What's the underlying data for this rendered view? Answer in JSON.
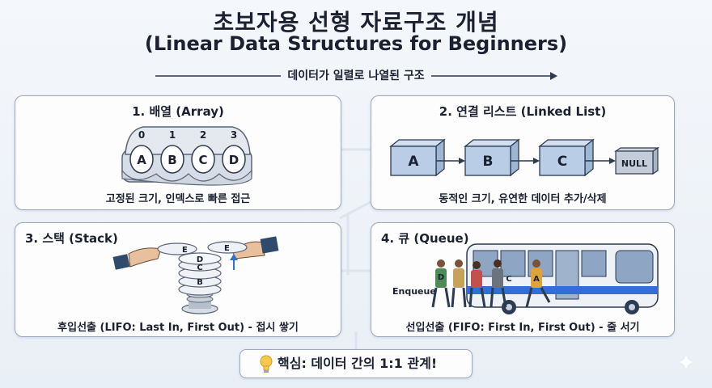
{
  "title": {
    "korean": "초보자용 선형 자료구조 개념",
    "english": "(Linear Data Structures for Beginners)"
  },
  "subtitle": "데이터가 일렬로 나열된 구조",
  "panels": {
    "array": {
      "title": "1. 배열 (Array)",
      "indices": [
        "0",
        "1",
        "2",
        "3"
      ],
      "cells": [
        "A",
        "B",
        "C",
        "D"
      ],
      "caption": "고정된 크기, 인덱스로 빠른 접근"
    },
    "linked_list": {
      "title": "2. 연결 리스트 (Linked List)",
      "nodes": [
        "A",
        "B",
        "C"
      ],
      "terminal": "NULL",
      "caption": "동적인 크기, 유연한 데이터 추가/삭제"
    },
    "stack": {
      "title": "3. 스택 (Stack)",
      "plates": [
        "D",
        "C",
        "B"
      ],
      "pushed": "E",
      "popped": "E",
      "caption": "후입선출 (LIFO: Last In, First Out) - 접시 쌓기"
    },
    "queue": {
      "title": "4. 큐 (Queue)",
      "enqueue_label": "Enqueue",
      "people": [
        "D",
        "C",
        "A"
      ],
      "caption": "선입선출 (FIFO: First In, First Out) - 줄 서기"
    }
  },
  "key_point": "핵심: 데이터 간의 1:1 관계!",
  "colors": {
    "panel_border": "#9aa8bd",
    "node_fill": "#b9cde6",
    "node_stroke": "#2b3b52",
    "bulb": "#f6c948"
  },
  "icons": [
    "lightbulb-icon",
    "sparkle-icon",
    "arrow-right-icon"
  ]
}
